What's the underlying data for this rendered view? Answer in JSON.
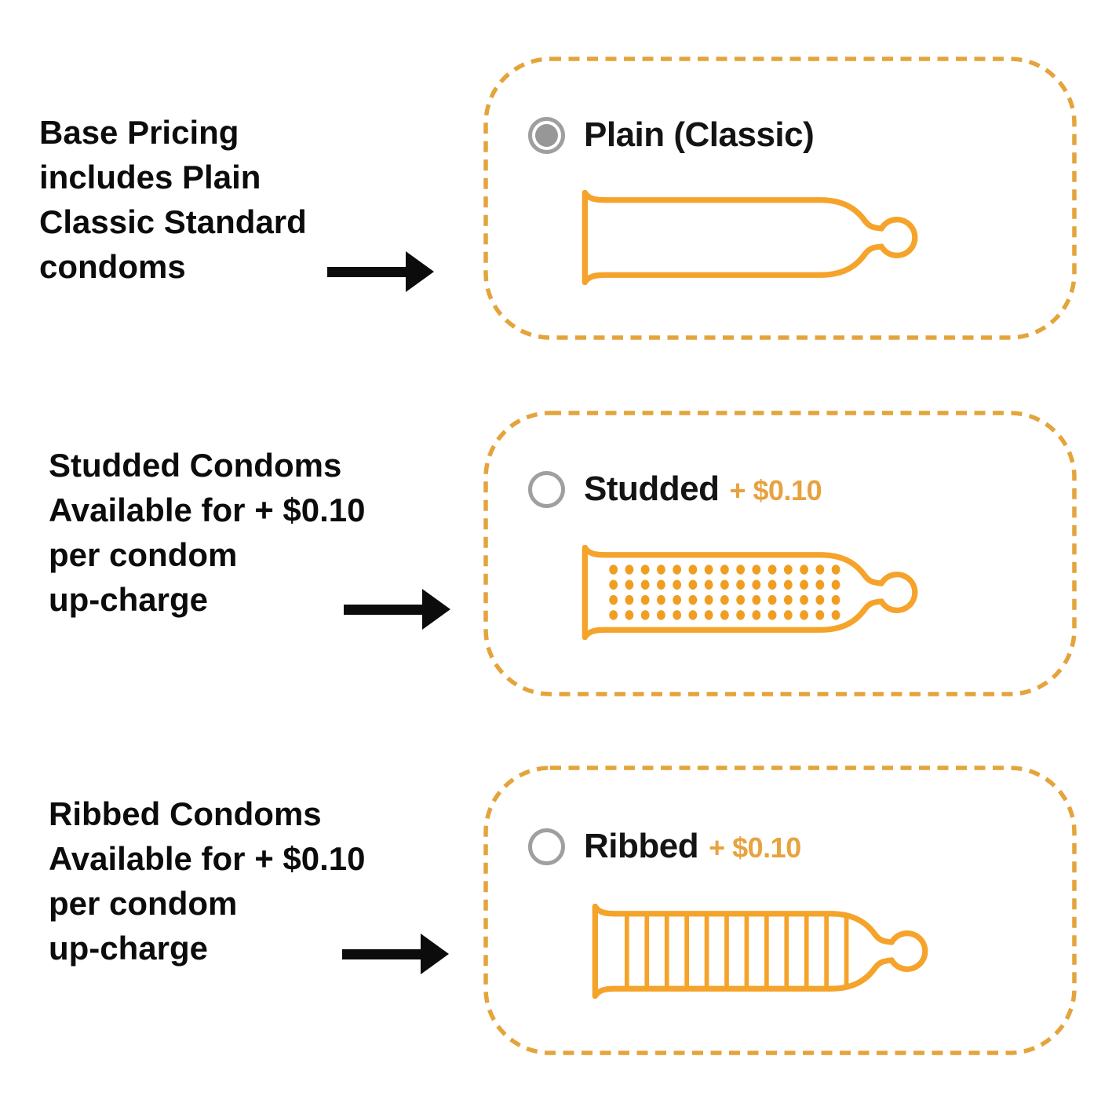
{
  "page": {
    "background": "#ffffff",
    "accent_border_orange": "#E4A43C",
    "illustration_orange": "#F5A32A",
    "price_orange": "#E8A23E",
    "text_black": "#0c0c0c",
    "radio_gray": "#9f9f9f"
  },
  "annotations": [
    {
      "text": "Base Pricing\nincludes Plain\nClassic Standard\ncondoms"
    },
    {
      "text": "Studded Condoms\nAvailable for + $0.10\nper condom\nup-charge"
    },
    {
      "text": "Ribbed Condoms\nAvailable for + $0.10\nper condom\nup-charge"
    }
  ],
  "options": [
    {
      "label": "Plain (Classic)",
      "price": "",
      "selected": true,
      "style": "plain"
    },
    {
      "label": "Studded",
      "price": "+ $0.10",
      "selected": false,
      "style": "studded",
      "stud_rows": 4,
      "stud_cols": 15
    },
    {
      "label": "Ribbed",
      "price": "+ $0.10",
      "selected": false,
      "style": "ribbed",
      "rib_count": 12
    }
  ]
}
